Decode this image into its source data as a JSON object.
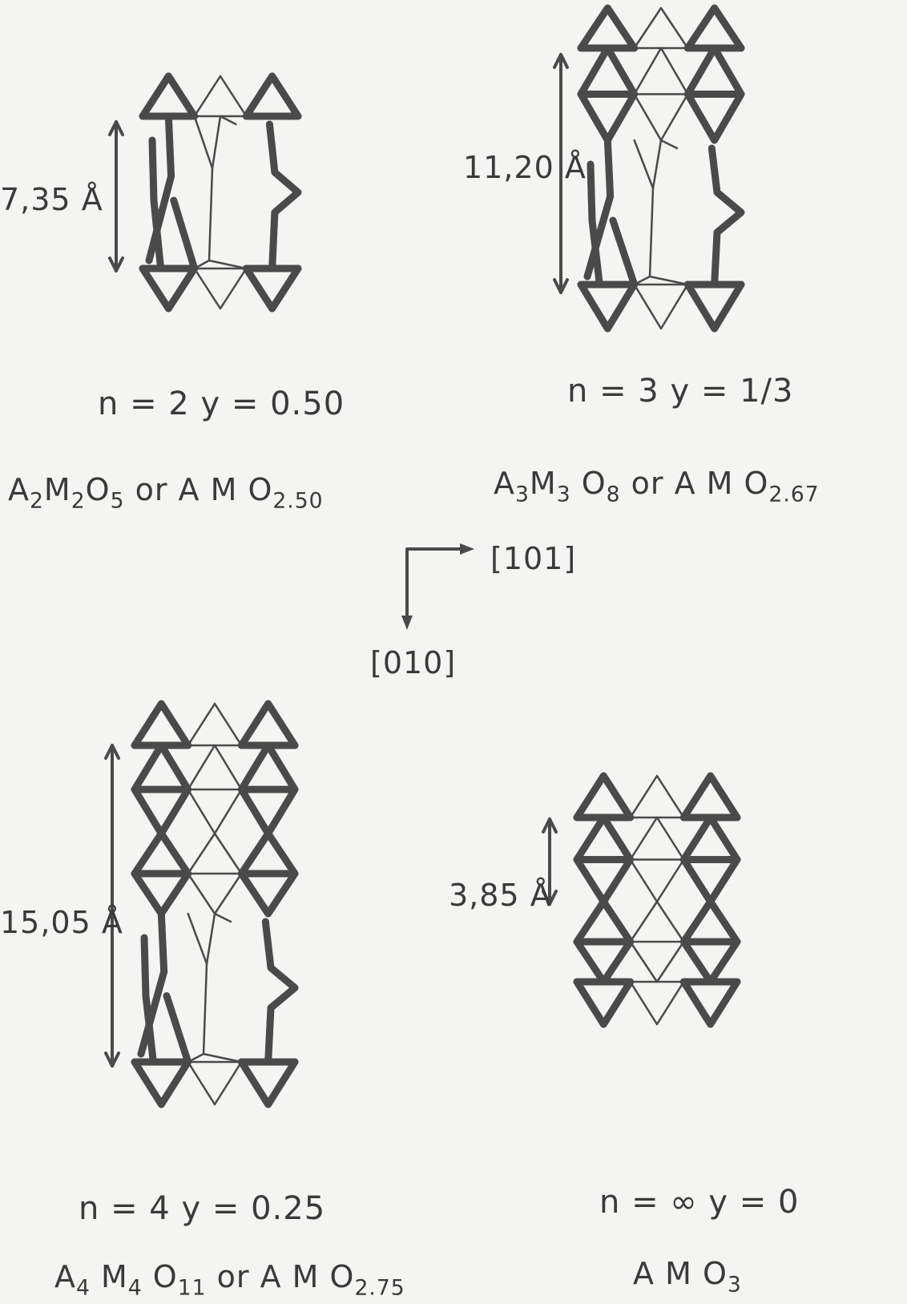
{
  "panels": [
    {
      "distance": "7,35 Å",
      "params": "n  = 2   y = 0.50",
      "formula": [
        {
          "t": "A"
        },
        {
          "s": "2"
        },
        {
          "t": "M"
        },
        {
          "s": "2"
        },
        {
          "t": "O"
        },
        {
          "s": "5"
        },
        {
          "t": " or  A M O"
        },
        {
          "s": "2.50"
        }
      ]
    },
    {
      "distance": "11,20 Å",
      "params": "n = 3    y = 1/3",
      "formula": [
        {
          "t": "A"
        },
        {
          "s": "3"
        },
        {
          "t": "M"
        },
        {
          "s": "3"
        },
        {
          "t": " O"
        },
        {
          "s": "8"
        },
        {
          "t": "  or  A M O"
        },
        {
          "s": "2.67"
        }
      ]
    },
    {
      "distance": "15,05 Å",
      "params": "n = 4    y = 0.25",
      "formula": [
        {
          "t": "A"
        },
        {
          "s": "4"
        },
        {
          "t": " M"
        },
        {
          "s": "4"
        },
        {
          "t": " O"
        },
        {
          "s": "11"
        },
        {
          "t": " or A M O"
        },
        {
          "s": "2.75"
        }
      ]
    },
    {
      "distance": "3,85 Å",
      "params": "n = ∞   y = 0",
      "formula": [
        {
          "t": "A M O"
        },
        {
          "s": "3"
        }
      ]
    }
  ],
  "axes": {
    "horizontal": "[101]",
    "vertical": "[010]"
  },
  "colors": {
    "ink": "#4a4a4a",
    "background": "#f4f4f2"
  }
}
